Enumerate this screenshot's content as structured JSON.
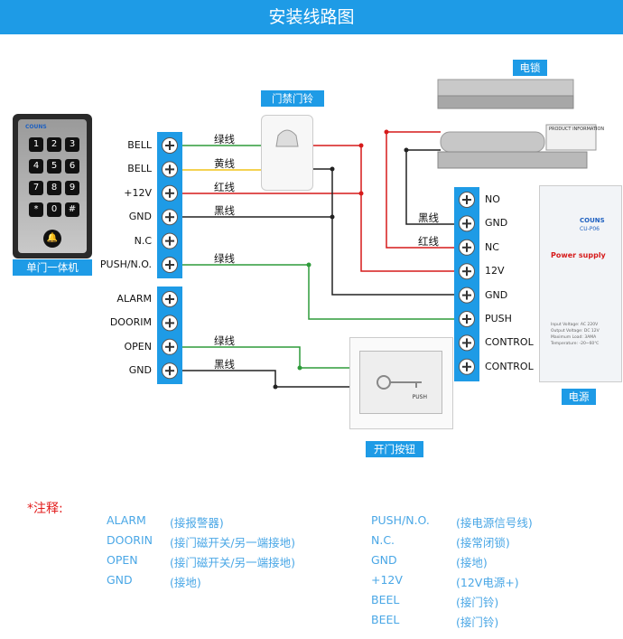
{
  "header": {
    "title": "安装线路图"
  },
  "keypad": {
    "brand": "COUNS",
    "keys": [
      "1",
      "2",
      "3",
      "4",
      "5",
      "6",
      "7",
      "8",
      "9",
      "*",
      "0",
      "#"
    ],
    "caption": "单门一体机"
  },
  "doorbell": {
    "caption": "门禁门铃"
  },
  "lock": {
    "caption": "电锁",
    "plate": "PRODUCT INFORMATION"
  },
  "power": {
    "brand": "COUNS",
    "model": "CU-P06",
    "title": "Power supply",
    "specs": [
      "Input Voltage: AC 220V",
      "Output Voltage: DC 12V",
      "Maximum Load: 3AMA",
      "Temperature: -20~60℃"
    ],
    "caption": "电源"
  },
  "exit_button": {
    "caption": "开门按钮",
    "label": "PUSH"
  },
  "left_terminals_top": [
    "BELL",
    "BELL",
    "+12V",
    "GND",
    "N.C",
    "PUSH/N.O."
  ],
  "left_terminals_bottom": [
    "ALARM",
    "DOORIM",
    "OPEN",
    "GND"
  ],
  "right_terminals": [
    "NO",
    "GND",
    "NC",
    "12V",
    "GND",
    "PUSH",
    "CONTROL",
    "CONTROL"
  ],
  "wire_labels": {
    "green1": "绿线",
    "yellow": "黄线",
    "red": "红线",
    "black": "黑线",
    "green2": "绿线",
    "green3": "绿线",
    "black2": "黑线",
    "lock_black": "黑线",
    "lock_red": "红线"
  },
  "colors": {
    "header": "#1e9be6",
    "red": "#d61a1a",
    "green": "#2e9b3a",
    "yellow": "#f0c419",
    "black": "#222222",
    "note": "#4aa7e6"
  },
  "notes": {
    "title": "*注释:",
    "left": [
      {
        "term": "ALARM",
        "desc": "(接报警器)"
      },
      {
        "term": "DOORIN",
        "desc": "(接门磁开关/另一端接地)"
      },
      {
        "term": "OPEN",
        "desc": "(接门磁开关/另一端接地)"
      },
      {
        "term": "GND",
        "desc": "(接地)"
      }
    ],
    "right": [
      {
        "term": "PUSH/N.O.",
        "desc": "(接电源信号线)"
      },
      {
        "term": "N.C.",
        "desc": "(接常闭锁)"
      },
      {
        "term": "GND",
        "desc": "(接地)"
      },
      {
        "term": "+12V",
        "desc": "(12V电源+)"
      },
      {
        "term": "BEEL",
        "desc": "(接门铃)"
      },
      {
        "term": "BEEL",
        "desc": "(接门铃)"
      }
    ]
  }
}
